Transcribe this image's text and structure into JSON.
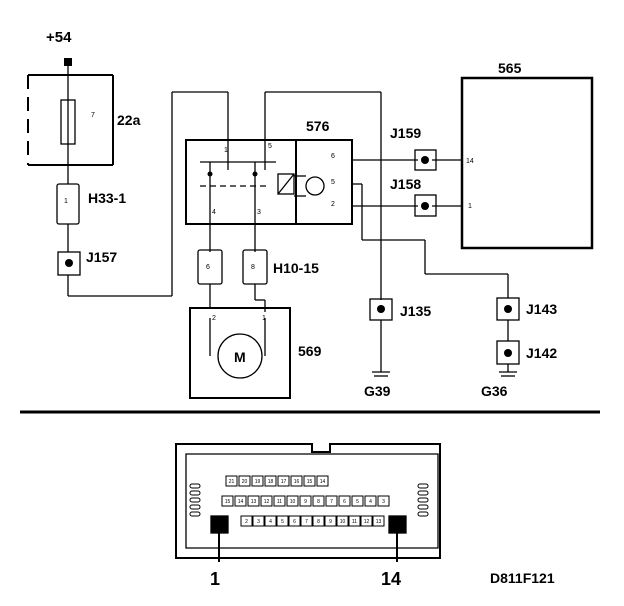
{
  "diagram_id": "D811F121",
  "supply": {
    "label": "+54"
  },
  "fuse": {
    "ref": "22a",
    "number": "7"
  },
  "relay": {
    "ref": "576",
    "pin_labels": [
      "1",
      "5",
      "4",
      "3",
      "6",
      "5",
      "2"
    ]
  },
  "ecu": {
    "ref": "565",
    "pin_14": "14",
    "pin_1": "1"
  },
  "motor": {
    "ref": "569",
    "symbol": "M",
    "pin_2": "2",
    "pin_1": "1"
  },
  "connectors": {
    "h33": {
      "label": "H33-1",
      "pin": "1"
    },
    "h10": {
      "label": "H10-15",
      "pin_left": "6",
      "pin_right": "8"
    }
  },
  "junctions": {
    "j157": "J157",
    "j159": "J159",
    "j158": "J158",
    "j135": "J135",
    "j143": "J143",
    "j142": "J142"
  },
  "grounds": {
    "g39": "G39",
    "g36": "G36"
  },
  "diag_connector": {
    "pin_row_top": [
      "21",
      "20",
      "19",
      "18",
      "17",
      "16",
      "15",
      "14"
    ],
    "pin_row_mid": [
      "15",
      "14",
      "13",
      "12",
      "11",
      "10",
      "9",
      "8",
      "7",
      "6",
      "5",
      "4",
      "3"
    ],
    "pin_row_bot": [
      "1",
      "2",
      "3",
      "4",
      "5",
      "6",
      "7",
      "8",
      "9",
      "10",
      "11",
      "12",
      "13",
      "14"
    ],
    "label_left": "1",
    "label_right": "14"
  }
}
